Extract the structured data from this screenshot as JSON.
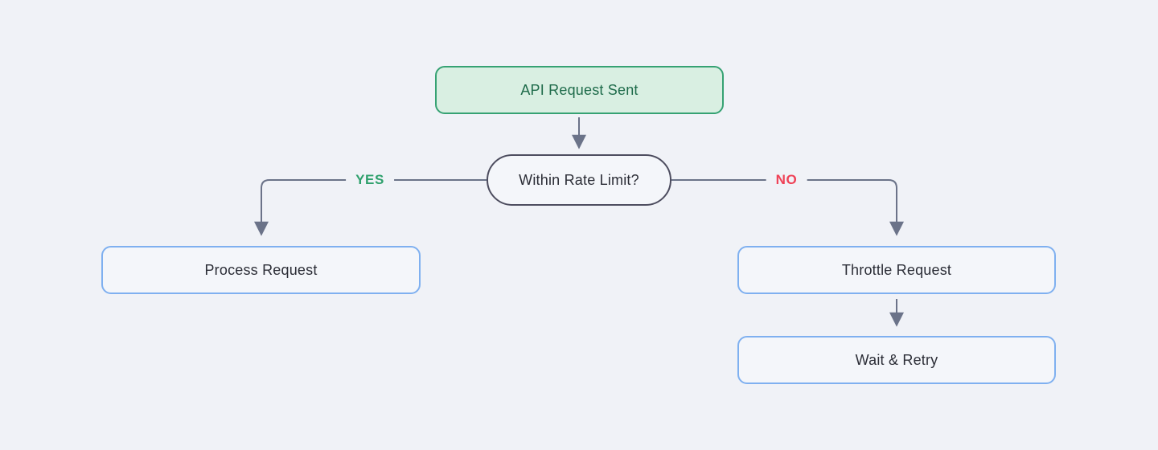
{
  "diagram": {
    "nodes": [
      {
        "id": "start",
        "type": "start",
        "label": "API Request Sent"
      },
      {
        "id": "decision",
        "type": "decision",
        "label": "Within Rate Limit?"
      },
      {
        "id": "process",
        "type": "action",
        "label": "Process Request"
      },
      {
        "id": "throttle",
        "type": "action",
        "label": "Throttle Request"
      },
      {
        "id": "wait",
        "type": "action",
        "label": "Wait & Retry"
      }
    ],
    "edges": [
      {
        "from": "start",
        "to": "decision",
        "label": ""
      },
      {
        "from": "decision",
        "to": "process",
        "label": "YES"
      },
      {
        "from": "decision",
        "to": "throttle",
        "label": "NO"
      },
      {
        "from": "throttle",
        "to": "wait",
        "label": ""
      }
    ]
  },
  "colors": {
    "page-bg": "#f0f2f7",
    "node-fill": "#f4f6fa",
    "start-fill": "#d9efe2",
    "start-border": "#36a273",
    "start-text": "#1e6b4a",
    "decision-border": "#4d4d5f",
    "action-border": "#7fb0f0",
    "node-text": "#2b2d36",
    "connector": "#6b7389",
    "yes-label": "#2ea06c",
    "no-label": "#ef4156"
  }
}
